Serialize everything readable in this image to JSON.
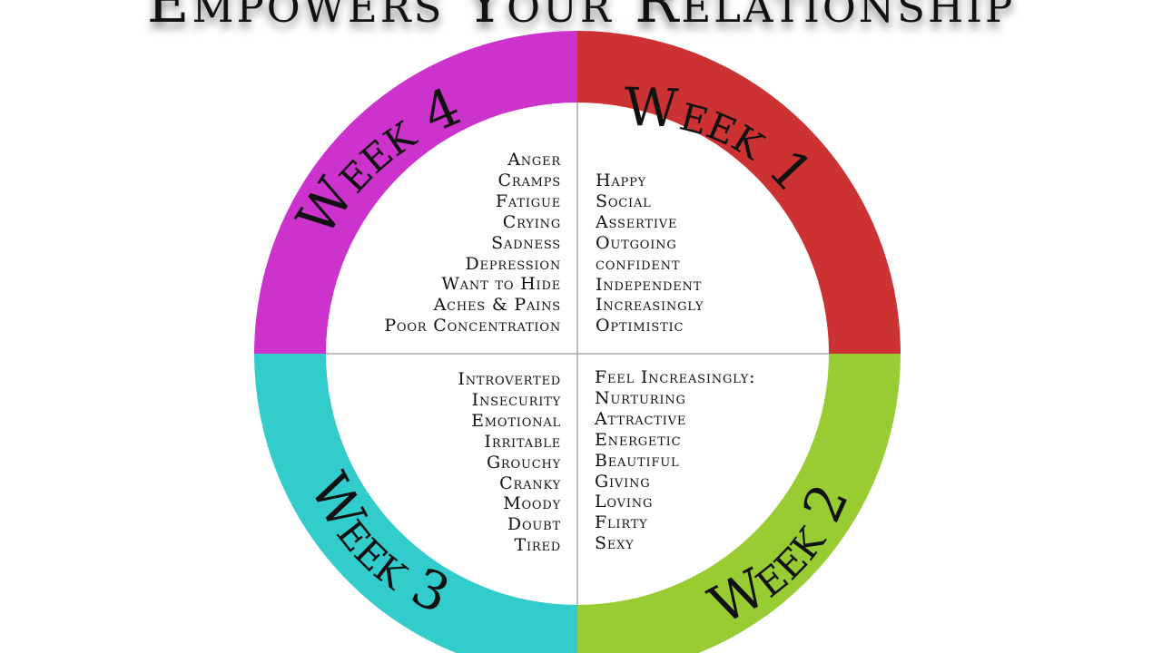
{
  "title": "Empowers Your Relationship",
  "colors": {
    "week1": "#cc3232",
    "week2": "#99cc33",
    "week3": "#33cccc",
    "week4": "#cc33cc",
    "divider": "#999999"
  },
  "quadrants": {
    "week1": {
      "label": "Week 1",
      "items": [
        "Happy",
        "Social",
        "Assertive",
        "Outgoing",
        "confident",
        "Independent",
        "Increasingly",
        "Optimistic"
      ]
    },
    "week2": {
      "label": "Week 2",
      "items": [
        "Feel Increasingly:",
        "Nurturing",
        "Attractive",
        "Energetic",
        "Beautiful",
        "Giving",
        "Loving",
        "Flirty",
        "Sexy"
      ]
    },
    "week3": {
      "label": "Week 3",
      "items": [
        "Introverted",
        "Insecurity",
        "Emotional",
        "Irritable",
        "Grouchy",
        "Cranky",
        "Moody",
        "Doubt",
        "Tired"
      ]
    },
    "week4": {
      "label": "Week 4",
      "items": [
        "Anger",
        "Cramps",
        "Fatigue",
        "Crying",
        "Sadness",
        "Depression",
        "Want to Hide",
        "Aches & Pains",
        "Poor Concentration"
      ]
    }
  }
}
